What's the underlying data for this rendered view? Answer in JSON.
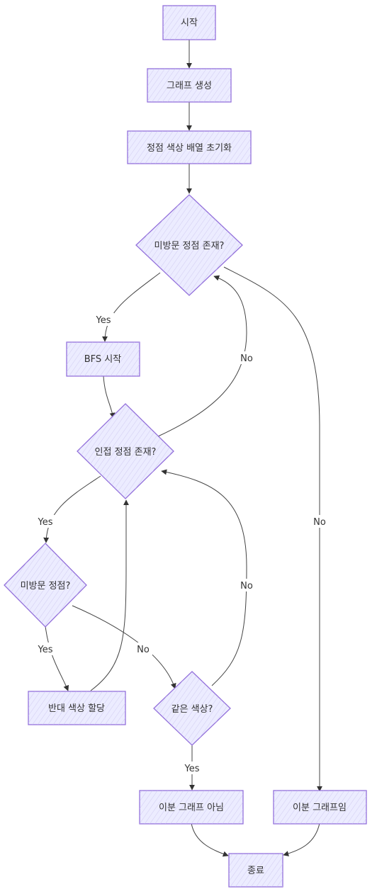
{
  "nodes": {
    "start": "시작",
    "create_graph": "그래프 생성",
    "init_colors": "정점 색상 배열 초기화",
    "unvisited_exists": "미방문 정점 존재?",
    "bfs_start": "BFS 시작",
    "adjacent_exists": "인접 정점 존재?",
    "unvisited_vertex": "미방문 정점?",
    "assign_opposite": "반대 색상 할당",
    "same_color": "같은 색상?",
    "not_bipartite": "이분 그래프 아님",
    "is_bipartite": "이분 그래프임",
    "end": "종료"
  },
  "edge_labels": {
    "unvisited_yes": "Yes",
    "unvisited_no_back": "No",
    "unvisited_no_final": "No",
    "adjacent_yes": "Yes",
    "adjacent_no_back": "No",
    "vertex_yes": "Yes",
    "vertex_no": "No",
    "same_color_yes": "Yes"
  }
}
